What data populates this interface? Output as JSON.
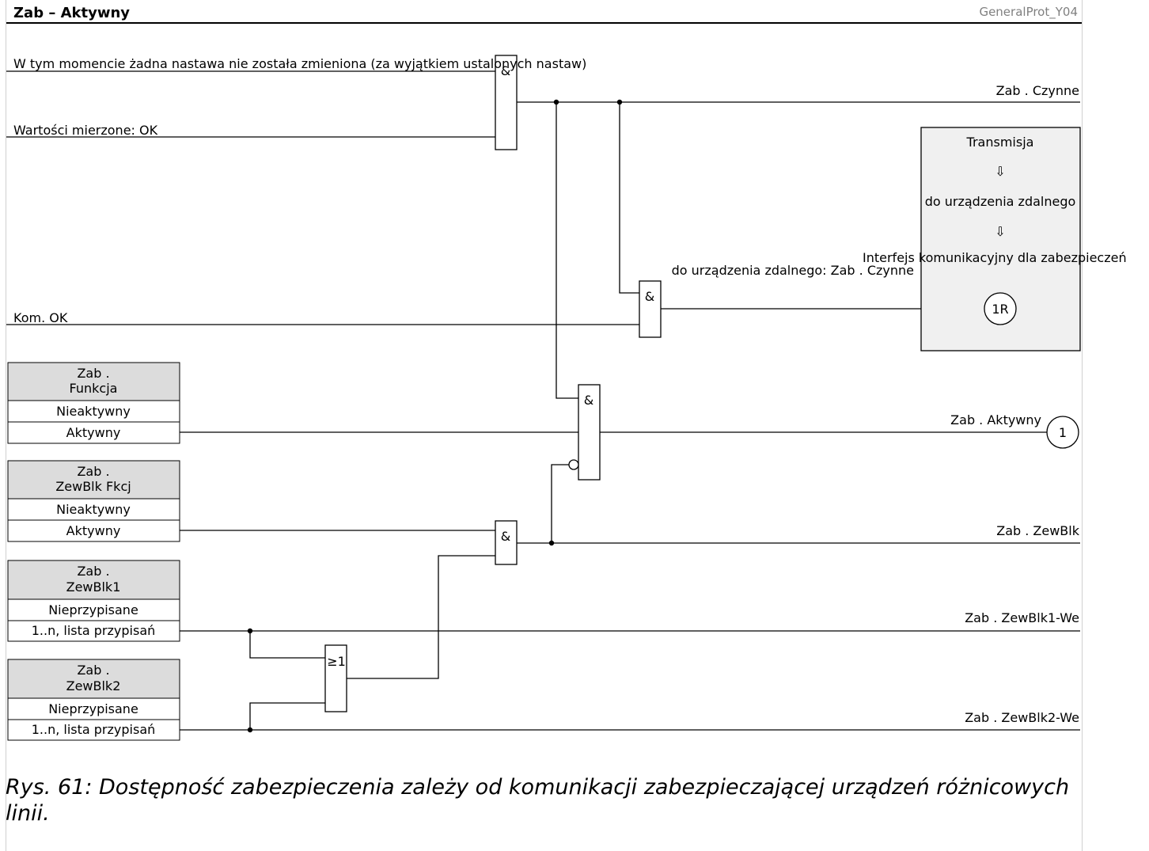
{
  "header": {
    "title": "Zab – Aktywny",
    "reference": "GeneralProt_Y04"
  },
  "inputs": {
    "no_setting_changed": "W tym momencie żadna nastawa nie została zmieniona (za wyjątkiem ustalonych nastaw)",
    "measured_values_ok": "Wartości mierzone: OK",
    "comm_ok": "Kom. OK"
  },
  "gates": {
    "and": "&",
    "or": "≥1"
  },
  "outputs": {
    "active_run": "Zab . Czynne",
    "active": "Zab . Aktywny",
    "ext_blk": "Zab . ZewBlk",
    "ext_blk1_in": "Zab . ZewBlk1-We",
    "ext_blk2_in": "Zab . ZewBlk2-We",
    "remote_active": "do urządzenia zdalnego: Zab . Czynne"
  },
  "transmission": {
    "title": "Transmisja",
    "arrow1": "⇩",
    "target": "do urządzenia zdalnego",
    "arrow2": "⇩",
    "interface": "Interfejs komunikacyjny dla zabezpieczeń",
    "connector": "1R"
  },
  "output_connector": "1",
  "setting_tables": [
    {
      "header_line1": "Zab .",
      "header_line2": "Funkcja",
      "options": [
        "Nieaktywny",
        "Aktywny"
      ]
    },
    {
      "header_line1": "Zab .",
      "header_line2": "ZewBlk Fkcj",
      "options": [
        "Nieaktywny",
        "Aktywny"
      ]
    },
    {
      "header_line1": "Zab .",
      "header_line2": "ZewBlk1",
      "options": [
        "Nieprzypisane",
        "1..n, lista przypisań"
      ]
    },
    {
      "header_line1": "Zab .",
      "header_line2": "ZewBlk2",
      "options": [
        "Nieprzypisane",
        "1..n, lista przypisań"
      ]
    }
  ],
  "caption": "Rys. 61: Dostępność zabezpieczenia zależy od komunikacji zabezpieczającej urządzeń różnicowych linii."
}
